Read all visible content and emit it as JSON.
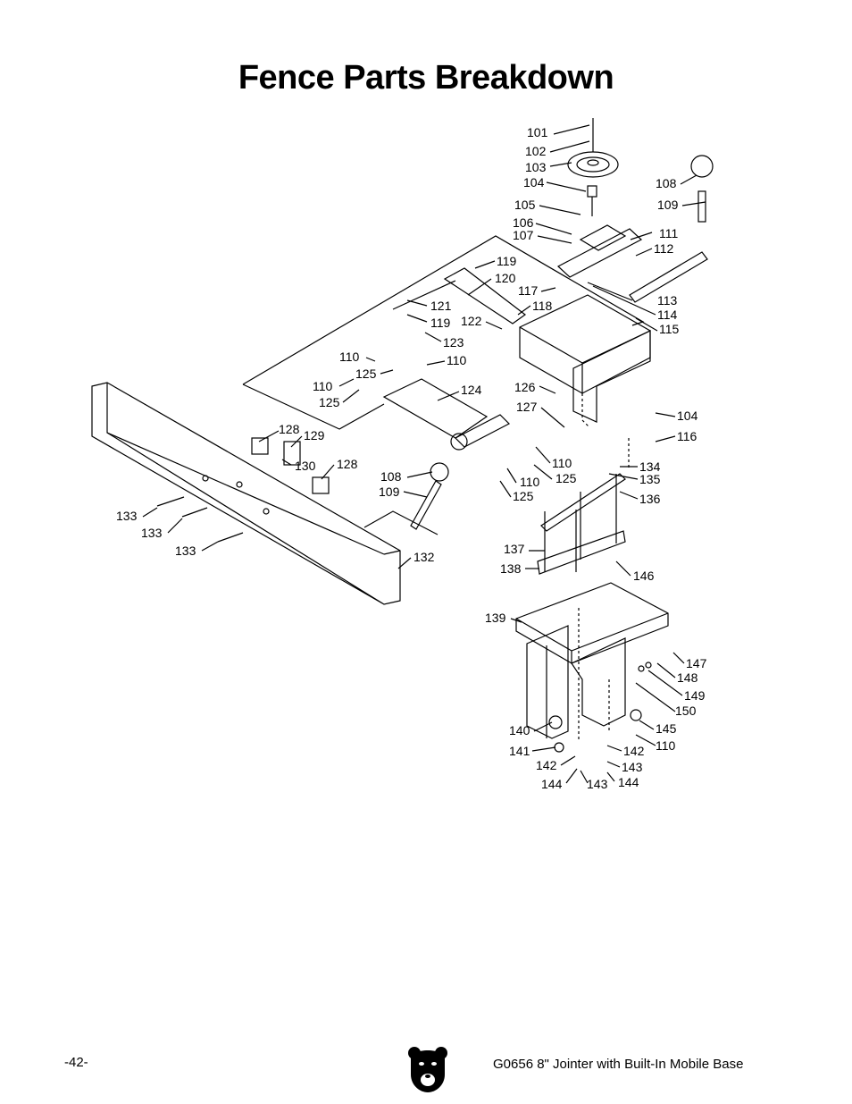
{
  "page": {
    "title": "Fence Parts Breakdown",
    "page_number": "-42-",
    "footer_title": "G0656 8\" Jointer with Built-In Mobile Base"
  },
  "logo": {
    "icon": "bear-head-logo"
  },
  "callouts": [
    "101",
    "102",
    "103",
    "104",
    "105",
    "106",
    "107",
    "108",
    "109",
    "111",
    "112",
    "119",
    "120",
    "117",
    "118",
    "121",
    "119",
    "122",
    "123",
    "113",
    "114",
    "115",
    "110",
    "125",
    "110",
    "110",
    "125",
    "124",
    "126",
    "127",
    "104",
    "116",
    "128",
    "129",
    "130",
    "128",
    "110",
    "125",
    "110",
    "125",
    "134",
    "135",
    "136",
    "108",
    "109",
    "133",
    "133",
    "133",
    "132",
    "137",
    "138",
    "146",
    "139",
    "147",
    "148",
    "149",
    "150",
    "140",
    "145",
    "110",
    "141",
    "142",
    "142",
    "143",
    "144",
    "143",
    "144"
  ]
}
